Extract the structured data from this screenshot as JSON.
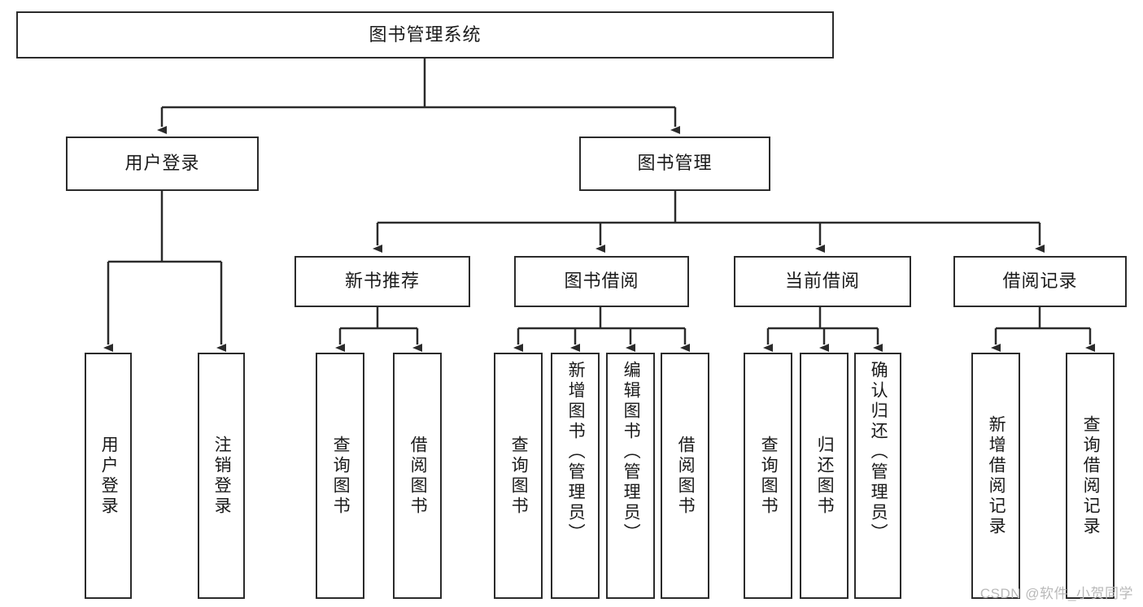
{
  "diagram": {
    "title": "图书管理系统",
    "type": "tree",
    "watermark": "CSDN @软件_小贺同学",
    "colors": {
      "box_border": "#2b2b2b",
      "box_fill": "#ffffff",
      "connector": "#2b2b2b",
      "text": "#1a1a1a",
      "watermark": "#b9b9b9",
      "background": "#ffffff"
    },
    "root": {
      "id": "root",
      "label": "图书管理系统",
      "orientation": "horizontal"
    },
    "level2": [
      {
        "id": "user-login",
        "label": "用户登录",
        "orientation": "horizontal"
      },
      {
        "id": "book-management",
        "label": "图书管理",
        "orientation": "horizontal"
      }
    ],
    "level3": [
      {
        "id": "new-book-recommend",
        "label": "新书推荐",
        "orientation": "horizontal",
        "parent": "book-management"
      },
      {
        "id": "book-borrow",
        "label": "图书借阅",
        "orientation": "horizontal",
        "parent": "book-management"
      },
      {
        "id": "current-borrow",
        "label": "当前借阅",
        "orientation": "horizontal",
        "parent": "book-management"
      },
      {
        "id": "borrow-record",
        "label": "借阅记录",
        "orientation": "horizontal",
        "parent": "book-management"
      }
    ],
    "leaves": [
      {
        "id": "leaf-user-login",
        "label": "用户登录",
        "parent": "user-login",
        "orientation": "vertical"
      },
      {
        "id": "leaf-logout-login",
        "label": "注销登录",
        "parent": "user-login",
        "orientation": "vertical"
      },
      {
        "id": "leaf-query-book-1",
        "label": "查询图书",
        "parent": "new-book-recommend",
        "orientation": "vertical"
      },
      {
        "id": "leaf-borrow-book-1",
        "label": "借阅图书",
        "parent": "new-book-recommend",
        "orientation": "vertical"
      },
      {
        "id": "leaf-query-book-2",
        "label": "查询图书",
        "parent": "book-borrow",
        "orientation": "vertical"
      },
      {
        "id": "leaf-add-book",
        "label": "新增图书（管理员）",
        "parent": "book-borrow",
        "orientation": "vertical"
      },
      {
        "id": "leaf-edit-book",
        "label": "编辑图书（管理员）",
        "parent": "book-borrow",
        "orientation": "vertical"
      },
      {
        "id": "leaf-borrow-book-2",
        "label": "借阅图书",
        "parent": "book-borrow",
        "orientation": "vertical"
      },
      {
        "id": "leaf-query-book-3",
        "label": "查询图书",
        "parent": "current-borrow",
        "orientation": "vertical"
      },
      {
        "id": "leaf-return-book",
        "label": "归还图书",
        "parent": "current-borrow",
        "orientation": "vertical"
      },
      {
        "id": "leaf-confirm-return",
        "label": "确认归还（管理员）",
        "parent": "current-borrow",
        "orientation": "vertical"
      },
      {
        "id": "leaf-add-record",
        "label": "新增借阅记录",
        "parent": "borrow-record",
        "orientation": "vertical"
      },
      {
        "id": "leaf-query-record",
        "label": "查询借阅记录",
        "parent": "borrow-record",
        "orientation": "vertical"
      }
    ]
  }
}
